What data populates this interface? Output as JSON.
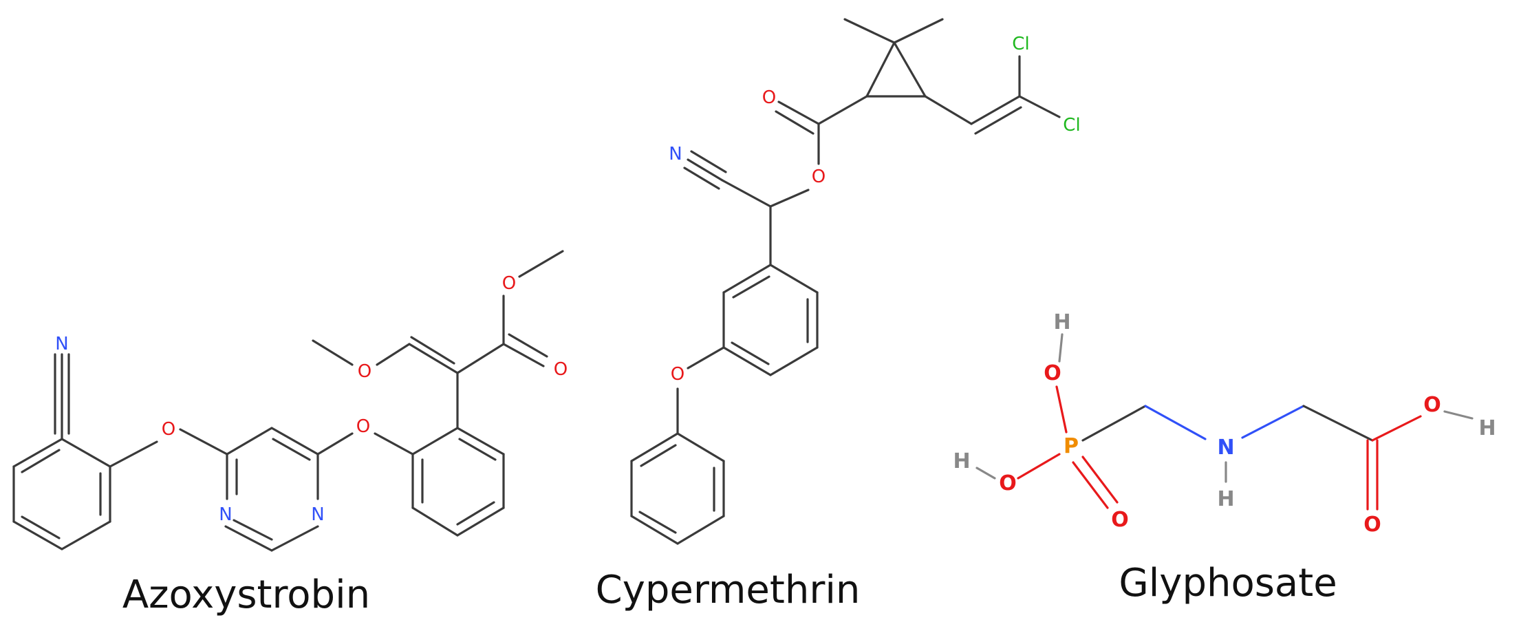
{
  "colors": {
    "carbon_bond": "#3a3a3a",
    "oxygen": "#e8191b",
    "nitrogen": "#3050f8",
    "chlorine": "#1fb81f",
    "phosphorus": "#f08c00",
    "hydrogen": "#888888"
  },
  "molecules": [
    {
      "name": "Azoxystrobin"
    },
    {
      "name": "Cypermethrin"
    },
    {
      "name": "Glyphosate"
    }
  ],
  "atoms": {
    "N": "N",
    "O": "O",
    "Cl": "Cl",
    "P": "P",
    "H": "H"
  }
}
